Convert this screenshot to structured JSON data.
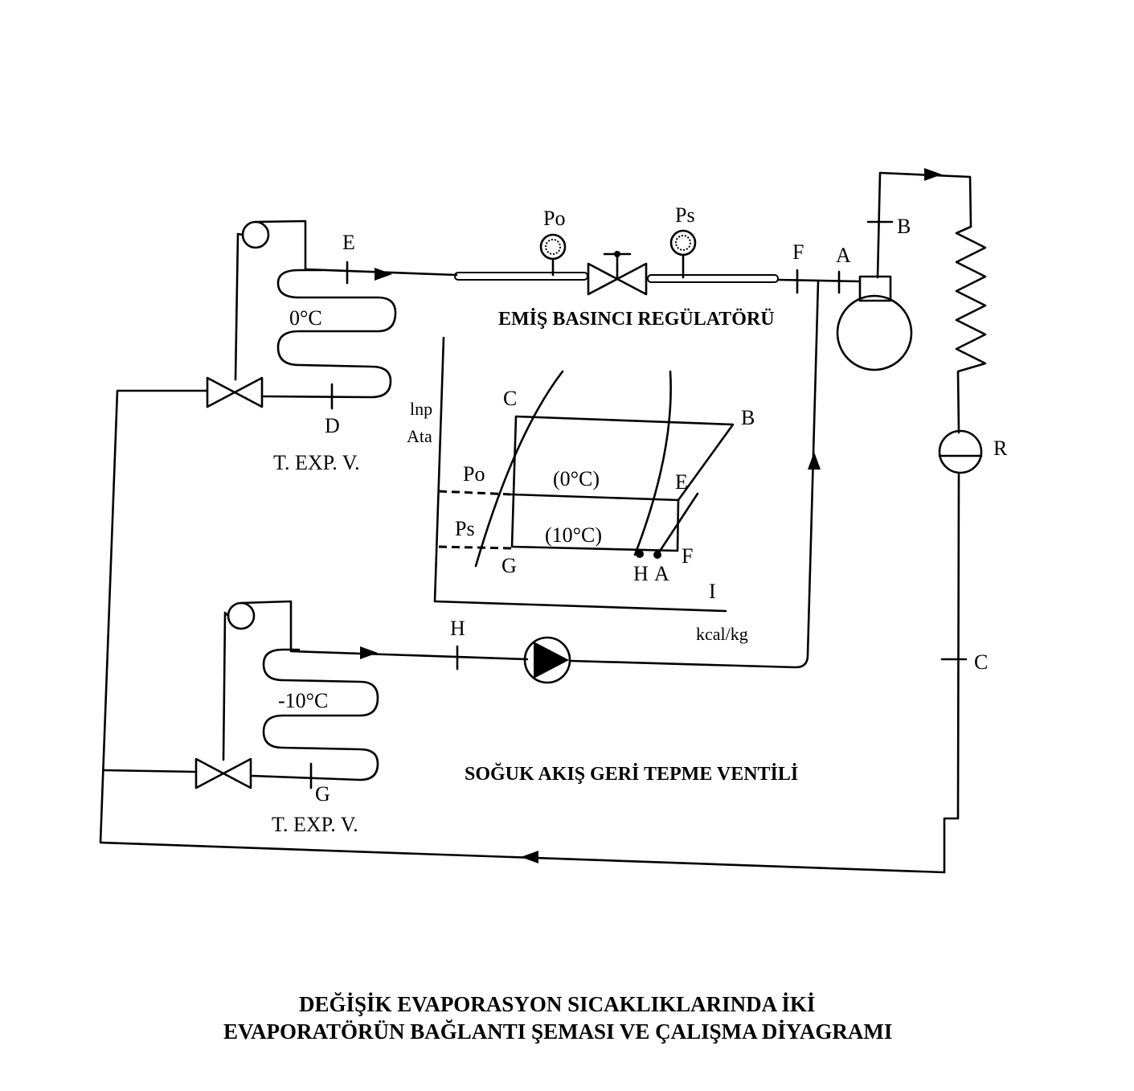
{
  "labels": {
    "E": "E",
    "D": "D",
    "F": "F",
    "A": "A",
    "B": "B",
    "R": "R",
    "C": "C",
    "H": "H",
    "G": "G",
    "Po": "Po",
    "Ps": "Ps"
  },
  "evaporator_top": {
    "temp": "0°C",
    "valve": "T. EXP. V."
  },
  "evaporator_bottom": {
    "temp": "-10°C",
    "valve": "T. EXP. V."
  },
  "regulator_caption": "EMİŞ BASINCI REGÜLATÖRÜ",
  "check_valve_caption": "SOĞUK AKIŞ GERİ TEPME VENTİLİ",
  "ph_chart": {
    "y_axis": {
      "line1": "lnp",
      "line2": "Ata"
    },
    "x_axis": {
      "symbol": "I",
      "unit": "kcal/kg"
    },
    "points": {
      "C": "C",
      "B": "B",
      "E": "E",
      "F": "F",
      "G": "G",
      "H": "H",
      "A": "A"
    },
    "pressure_lines": {
      "po": "Po",
      "ps": "Ps"
    },
    "temps": {
      "t0": "(0°C)",
      "t10": "(10°C)"
    }
  },
  "title": {
    "line1": "DEĞİŞİK EVAPORASYON SICAKLIKLARINDA İKİ",
    "line2": "EVAPORATÖRÜN BAĞLANTI ŞEMASI VE ÇALIŞMA DİYAGRAMI"
  },
  "colors": {
    "ink": "#000000",
    "paper": "#ffffff"
  }
}
